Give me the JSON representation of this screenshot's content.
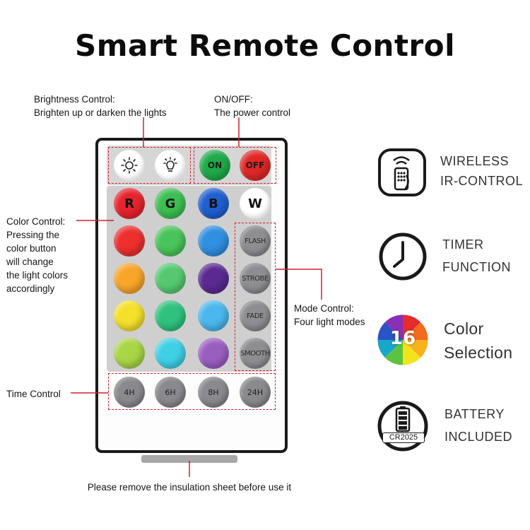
{
  "title": "Smart Remote Control",
  "callouts": {
    "brightness": [
      "Brightness Control:",
      "Brighten up or darken the lights"
    ],
    "onoff": [
      "ON/OFF:",
      "The power control"
    ],
    "color": [
      "Color Control:",
      "Pressing the",
      "color button",
      "will change",
      "the light colors",
      "accordingly"
    ],
    "mode": [
      "Mode Control:",
      "Four light modes"
    ],
    "time": [
      "Time Control"
    ],
    "bottom_note": "Please remove the insulation sheet before use it"
  },
  "remote": {
    "power_buttons": [
      {
        "label": "ON",
        "color": "#1faa4a"
      },
      {
        "label": "OFF",
        "color": "#e02727"
      }
    ],
    "rgbw_buttons": [
      {
        "label": "R",
        "color": "#e8232d",
        "text_color": "#1a1a1a"
      },
      {
        "label": "G",
        "color": "#3dbf52",
        "text_color": "#1a1a1a"
      },
      {
        "label": "B",
        "color": "#1f5fd0",
        "text_color": "#1a1a1a"
      },
      {
        "label": "W",
        "color": "#ffffff",
        "text_color": "#1a1a1a"
      }
    ],
    "color_grid": [
      [
        "#ee2f2f",
        "#49c45a",
        "#2f8fe0"
      ],
      [
        "#f8a52a",
        "#56c970",
        "#5a2a90"
      ],
      [
        "#f4e02a",
        "#2fc27e",
        "#4ab8ee"
      ],
      [
        "#a8d646",
        "#3fd0e6",
        "#9a5ec0"
      ]
    ],
    "mode_buttons": [
      "FLASH",
      "STROBE",
      "FADE",
      "SMOOTH"
    ],
    "timer_buttons": [
      "4H",
      "6H",
      "8H",
      "24H"
    ]
  },
  "features": [
    {
      "icon": "wireless-remote-icon",
      "lines": [
        "WIRELESS",
        "IR-CONTROL"
      ]
    },
    {
      "icon": "clock-icon",
      "lines": [
        "TIMER",
        "FUNCTION"
      ]
    },
    {
      "icon": "color-wheel-icon",
      "badge": "16",
      "lines": [
        "Color",
        "Selection"
      ]
    },
    {
      "icon": "battery-icon",
      "badge": "CR2025",
      "lines": [
        "BATTERY",
        "INCLUDED"
      ]
    }
  ]
}
